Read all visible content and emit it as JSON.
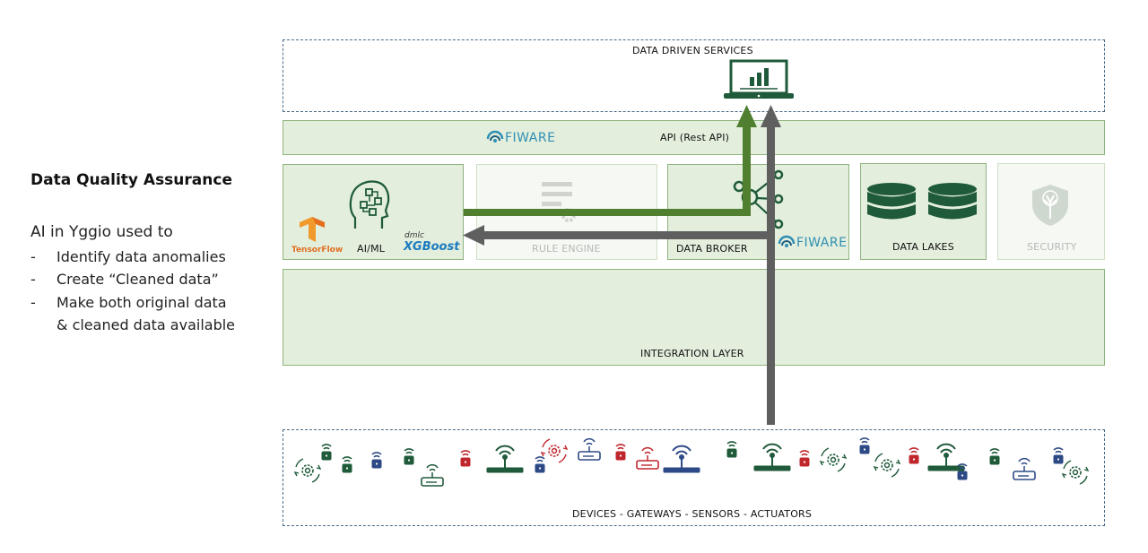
{
  "left": {
    "title": "Data Quality Assurance",
    "intro": "AI in Yggio used to",
    "bullets": [
      {
        "dash": "-",
        "text": "Identify data anomalies"
      },
      {
        "dash": "-",
        "text": "Create “Cleaned data”"
      },
      {
        "dash": "-",
        "text": "Make both original data"
      },
      {
        "dash": "",
        "text": "& cleaned data available"
      }
    ]
  },
  "layers": {
    "services": "DATA DRIVEN SERVICES",
    "api": "API (Rest API)",
    "aiml": "AI/ML",
    "rule_engine": "RULE ENGINE",
    "data_broker": "DATA BROKER",
    "data_lakes": "DATA LAKES",
    "security": "SECURITY",
    "integration": "INTEGRATION LAYER",
    "devices": "DEVICES - GATEWAYS - SENSORS - ACTUATORS"
  },
  "logos": {
    "fiware": "FIWARE",
    "tensorflow": "TensorFlow",
    "dmlc": "dmlc",
    "xgboost": "XGBoost"
  },
  "colors": {
    "green_arrow": "#4f7f2f",
    "grey_arrow": "#5f5f5f",
    "box_fill": "#e3eedd",
    "icon_green": "#1f5a3a",
    "icon_red": "#c0272d",
    "icon_blue": "#2e4a86"
  }
}
